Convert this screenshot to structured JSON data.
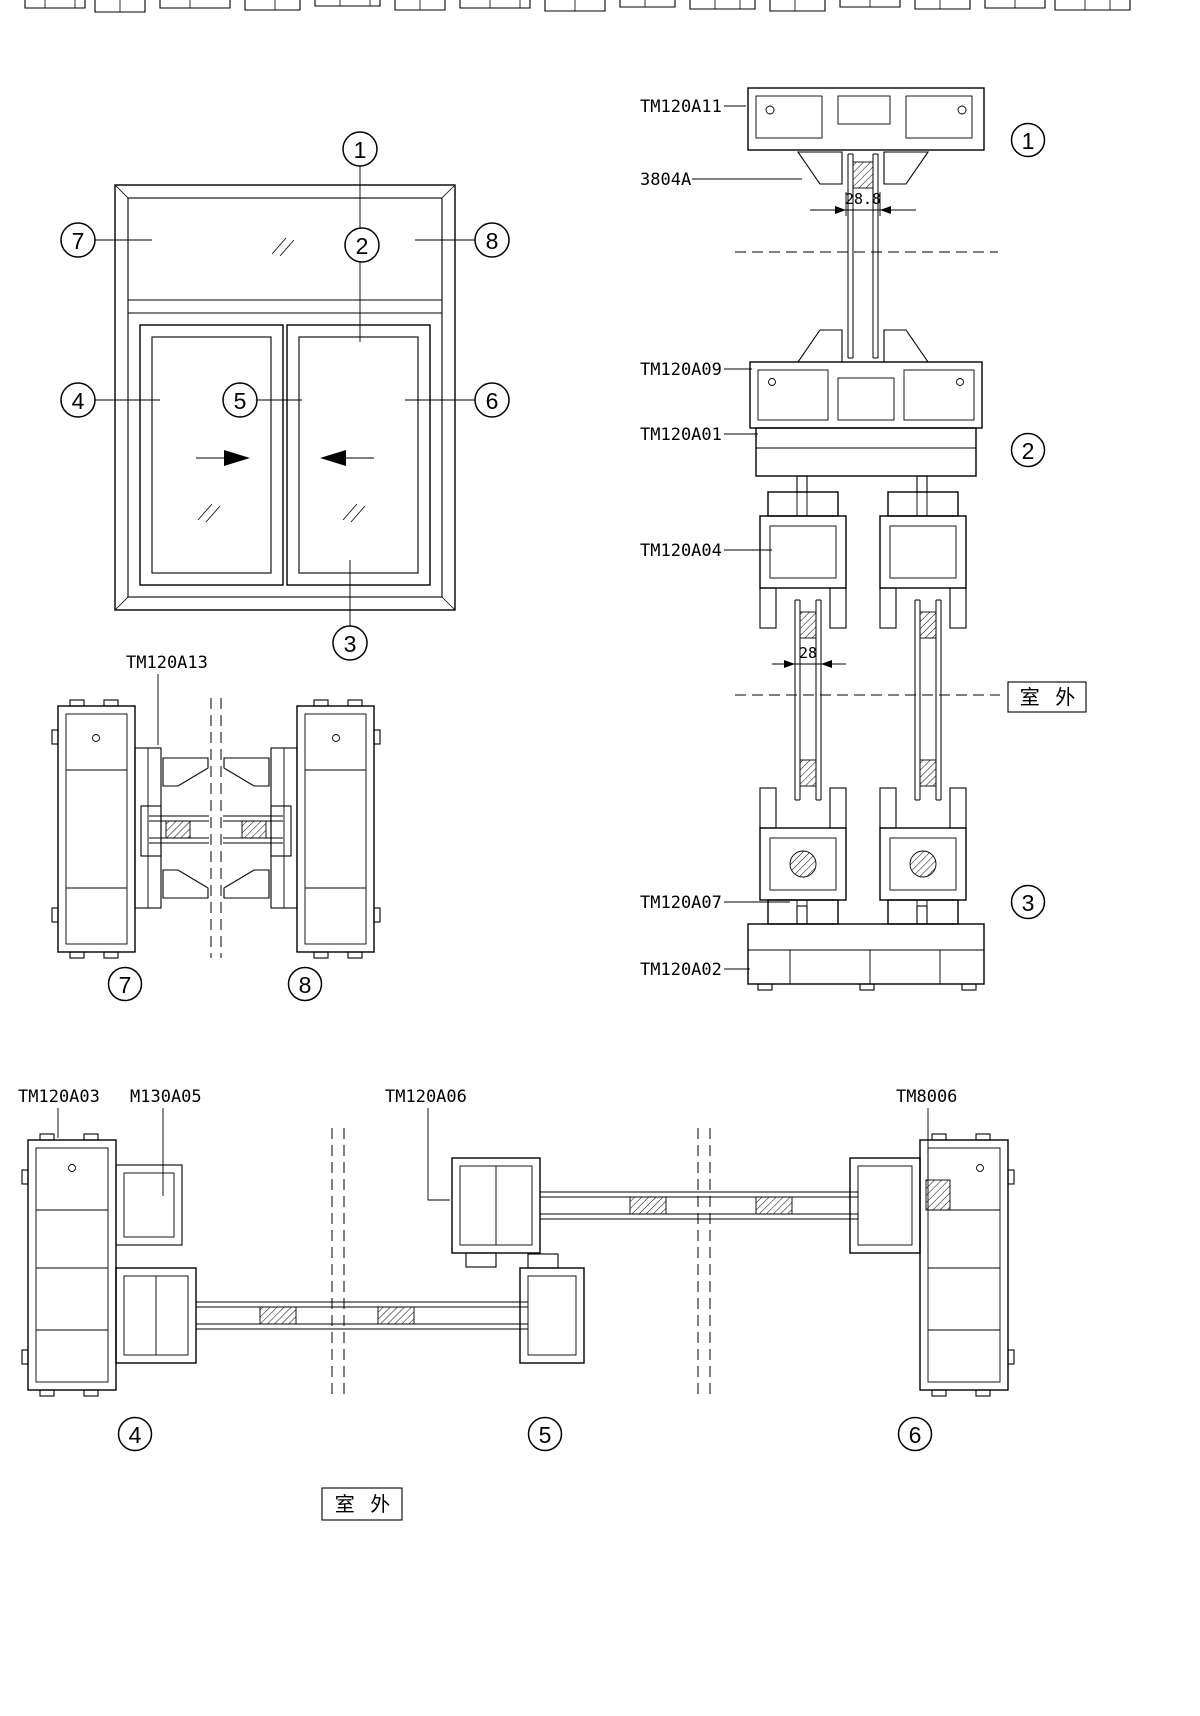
{
  "elevation": {
    "callouts": {
      "c1": "1",
      "c2": "2",
      "c3": "3",
      "c4": "4",
      "c5": "5",
      "c6": "6",
      "c7": "7",
      "c8": "8"
    }
  },
  "vertical_section": {
    "labels": {
      "head_frame": "TM120A11",
      "glazing_bead": "3804A",
      "transom": "TM120A09",
      "adapter": "TM120A01",
      "sash": "TM120A04",
      "slider": "TM120A07",
      "track": "TM120A02"
    },
    "dimensions": {
      "fixed_glass": "28.8",
      "sash_glass": "28"
    },
    "callouts": {
      "c1": "1",
      "c2": "2",
      "c3": "3"
    },
    "outdoor_label": "室 外"
  },
  "jamb_section": {
    "labels": {
      "mullion": "TM120A13"
    },
    "callouts": {
      "c7": "7",
      "c8": "8"
    }
  },
  "bottom_section": {
    "labels": {
      "jamb": "TM120A03",
      "bead": "M130A05",
      "interlock": "TM120A06",
      "glazing_bead": "TM8006"
    },
    "callouts": {
      "c4": "4",
      "c5": "5",
      "c6": "6"
    },
    "outdoor_label": "室 外"
  }
}
